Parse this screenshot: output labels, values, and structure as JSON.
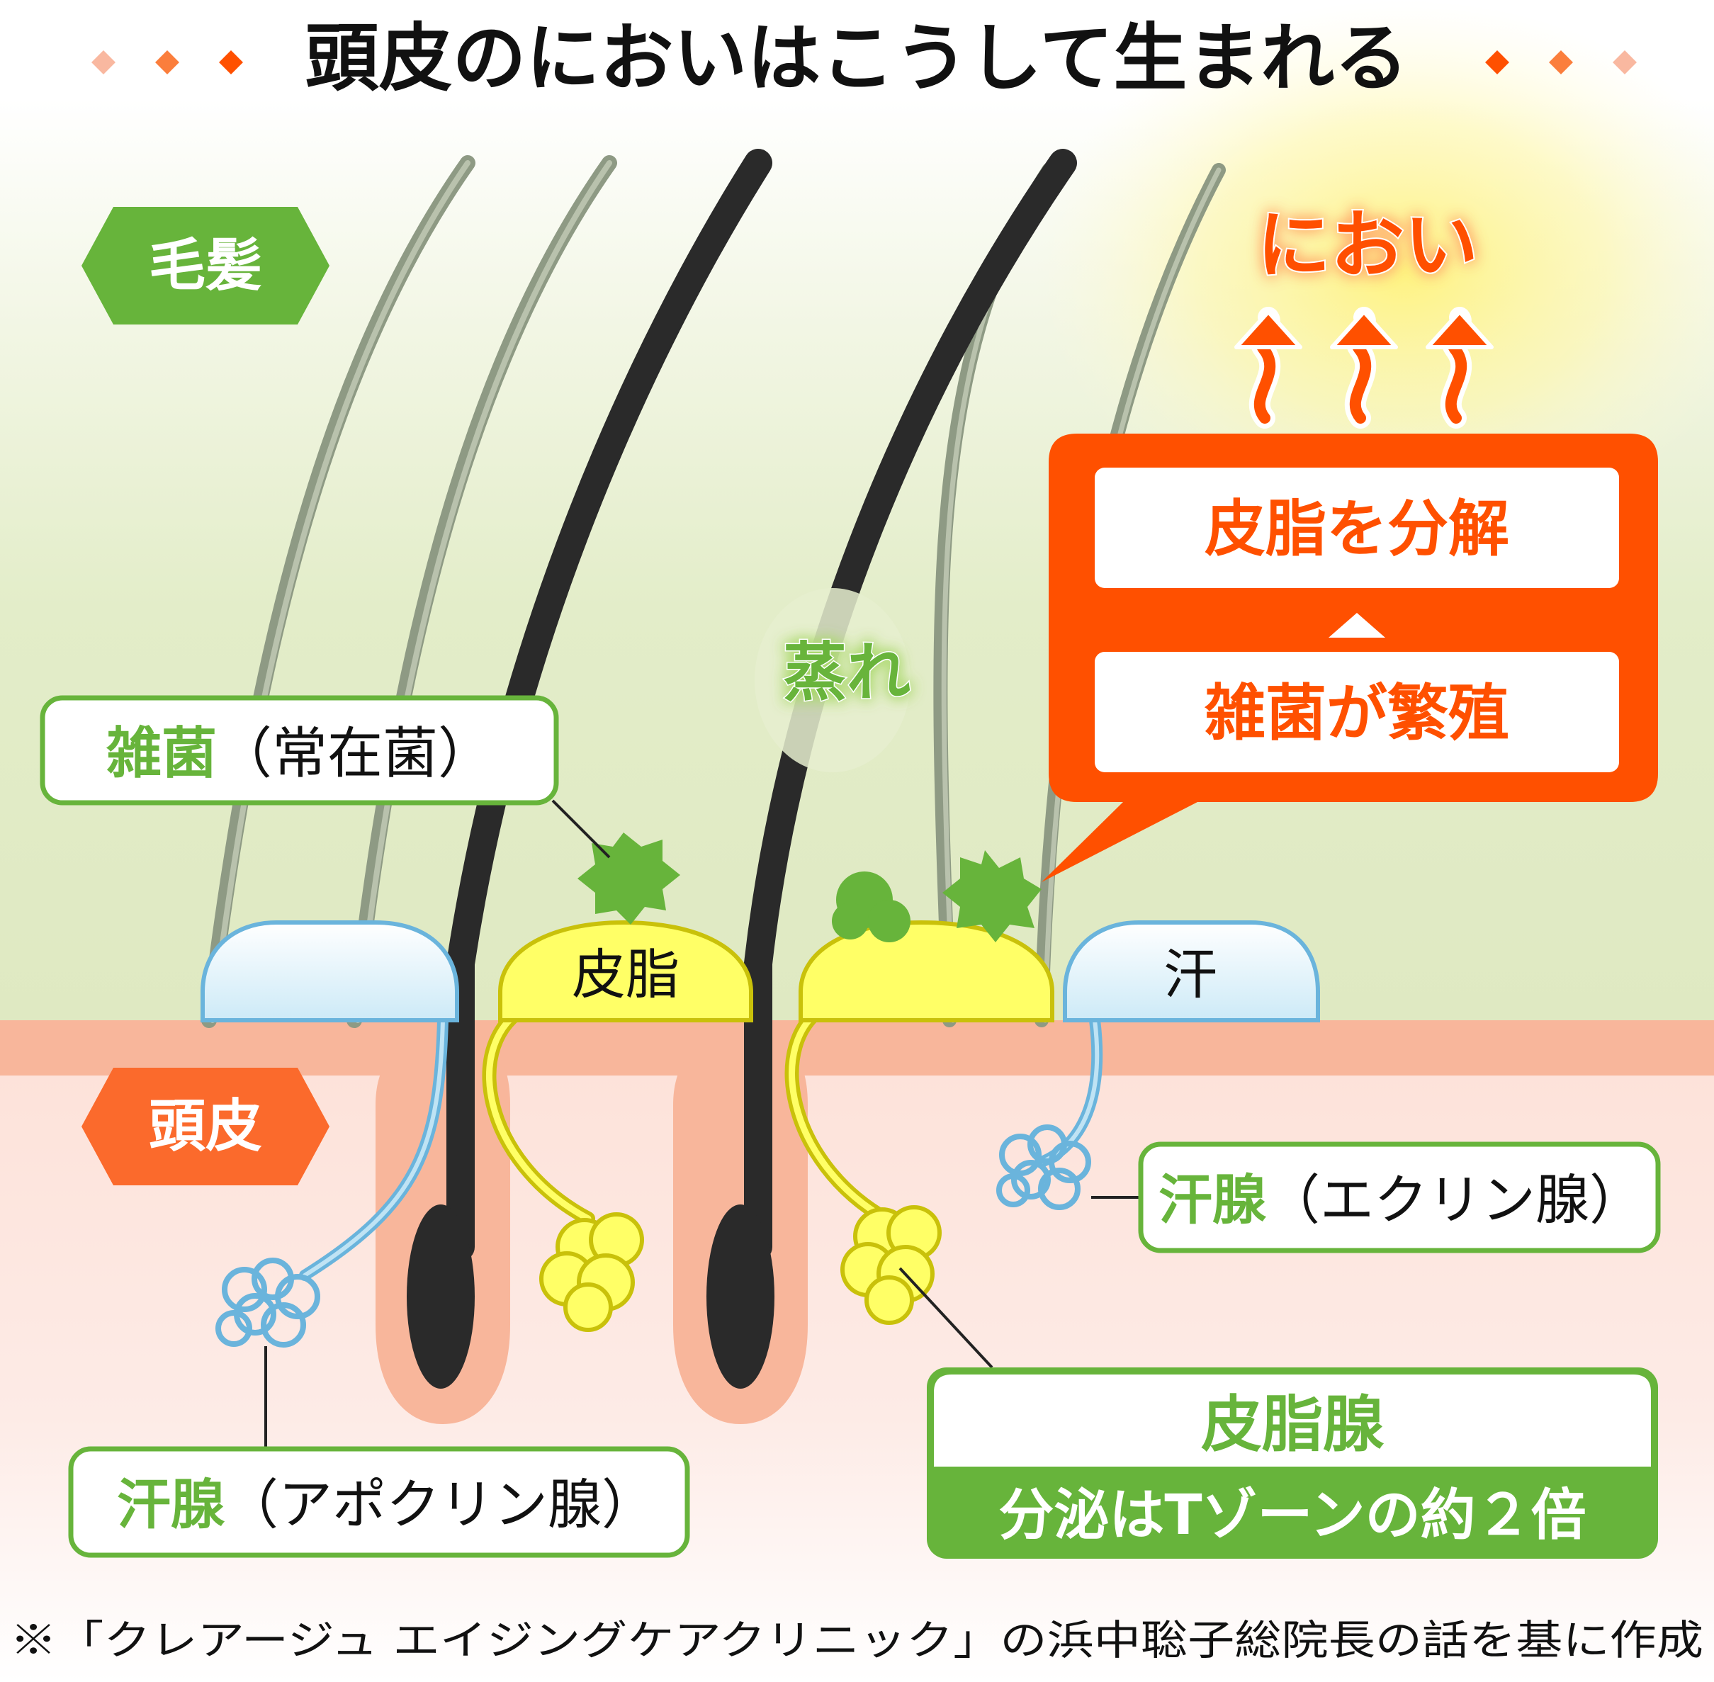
{
  "title": "頭皮のにおいはこうして生まれる",
  "tags": {
    "hair": "毛髪",
    "scalp": "頭皮"
  },
  "odor": {
    "label": "におい",
    "steps": [
      "皮脂を分解",
      "雑菌が繁殖"
    ]
  },
  "steam": "蒸れ",
  "bacteria": {
    "main": "雑菌",
    "sub": "（常在菌）"
  },
  "surface": {
    "sebum": "皮脂",
    "sweat": "汗"
  },
  "eccrine": {
    "main": "汗腺",
    "sub": "（エクリン腺）"
  },
  "apocrine": {
    "main": "汗腺",
    "sub": "（アポクリン腺）"
  },
  "sebaceous": {
    "main": "皮脂腺",
    "note": "分泌はTゾーンの約２倍"
  },
  "footnote": "※「クレアージュ エイジングケアクリニック」の浜中聡子総院長の話を基に作成",
  "colors": {
    "green": "#67b43b",
    "orange": "#ff5000",
    "skin": "#f8b69b",
    "sebum_yellow": "#ffff66",
    "sweat_blue": "#7ec4e6",
    "hair_dark": "#2a2a2a"
  }
}
